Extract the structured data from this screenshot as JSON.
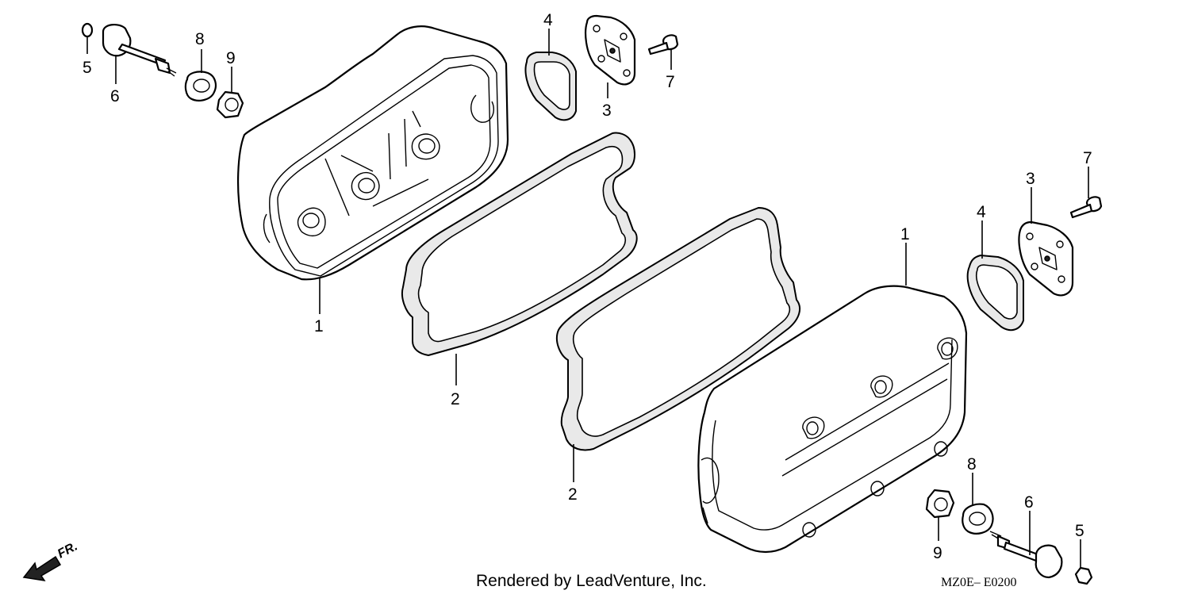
{
  "callouts": {
    "c1a": "1",
    "c2a": "2",
    "c3a": "3",
    "c4a": "4",
    "c5a": "5",
    "c6a": "6",
    "c7a": "7",
    "c8a": "8",
    "c9a": "9",
    "c1b": "1",
    "c2b": "2",
    "c3b": "3",
    "c4b": "4",
    "c5b": "5",
    "c6b": "6",
    "c7b": "7",
    "c8b": "8",
    "c9b": "9"
  },
  "footer": {
    "credit": "Rendered by LeadVenture, Inc.",
    "code": "MZ0E– E0200",
    "direction": "FR."
  },
  "colors": {
    "ink": "#000000",
    "paper": "#ffffff",
    "gasket_fill": "#e9e9e9"
  },
  "icons": [
    "front-direction-arrow-icon"
  ]
}
